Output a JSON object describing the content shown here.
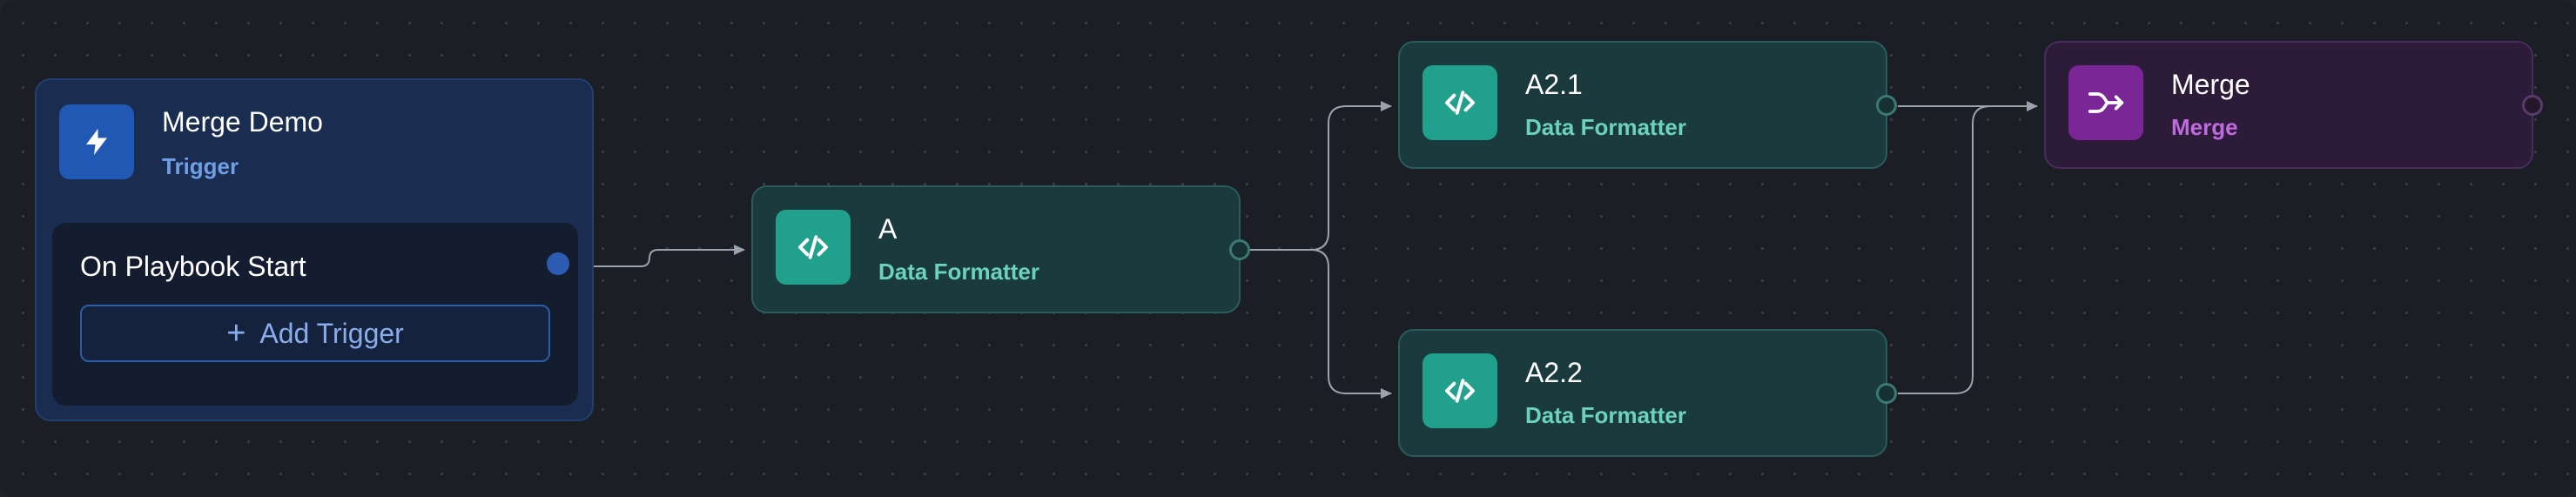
{
  "colors": {
    "canvas_bg": "#1c1e25",
    "trigger_accent": "#2158b3",
    "formatter_accent": "#21a08e",
    "merge_accent": "#7b2696",
    "edge": "#9aa3ad"
  },
  "trigger_node": {
    "title": "Merge Demo",
    "subtitle": "Trigger",
    "icon": "lightning-icon",
    "trigger_item": "On Playbook Start",
    "add_button_label": "Add Trigger",
    "add_button_icon": "plus-icon"
  },
  "nodes": {
    "a": {
      "title": "A",
      "subtitle": "Data Formatter",
      "icon": "code-icon"
    },
    "a21": {
      "title": "A2.1",
      "subtitle": "Data Formatter",
      "icon": "code-icon"
    },
    "a22": {
      "title": "A2.2",
      "subtitle": "Data Formatter",
      "icon": "code-icon"
    },
    "merge": {
      "title": "Merge",
      "subtitle": "Merge",
      "icon": "merge-icon"
    }
  },
  "edges": [
    {
      "from": "trigger_node",
      "to": "a"
    },
    {
      "from": "a",
      "to": "a21"
    },
    {
      "from": "a",
      "to": "a22"
    },
    {
      "from": "a21",
      "to": "merge"
    },
    {
      "from": "a22",
      "to": "merge"
    }
  ]
}
